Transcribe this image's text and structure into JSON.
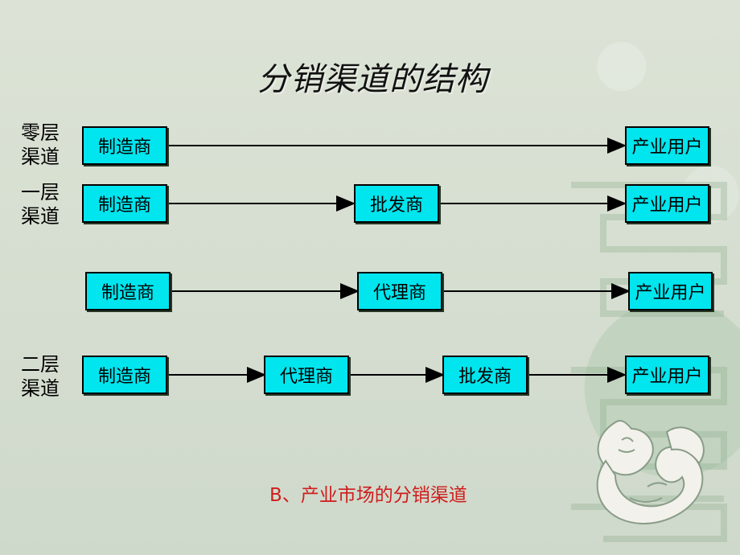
{
  "title": "分销渠道的结构",
  "rows": [
    {
      "label": [
        "零层",
        "渠道"
      ],
      "nodes": [
        "制造商",
        "产业用户"
      ]
    },
    {
      "label": [
        "一层",
        "渠道"
      ],
      "nodes": [
        "制造商",
        "批发商",
        "产业用户"
      ]
    },
    {
      "label": [
        "",
        ""
      ],
      "nodes": [
        "制造商",
        "代理商",
        "产业用户"
      ]
    },
    {
      "label": [
        "二层",
        "渠道"
      ],
      "nodes": [
        "制造商",
        "代理商",
        "批发商",
        "产业用户"
      ]
    }
  ],
  "caption": "B、产业市场的分销渠道"
}
